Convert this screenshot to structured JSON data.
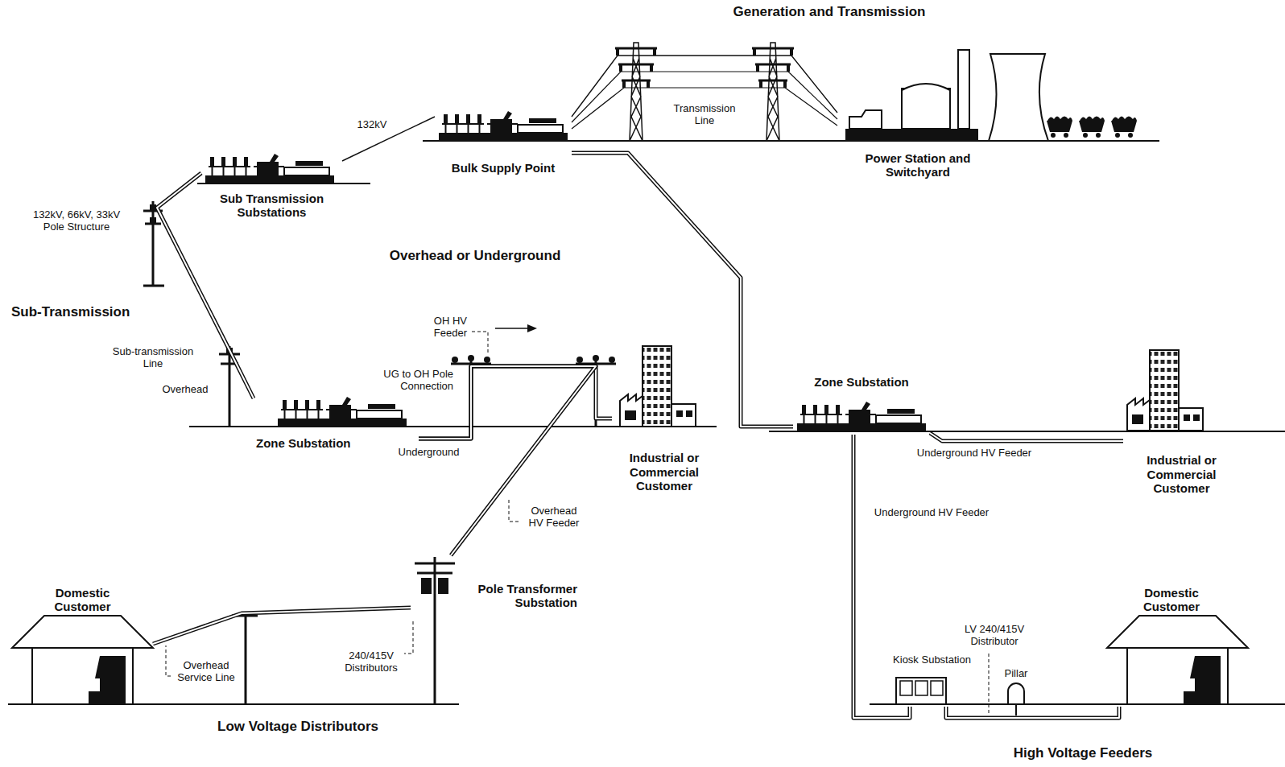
{
  "diagram": {
    "nodes": [
      {
        "text": [
          "Power Station and Switchyard"
        ]
      },
      {
        "text": [
          "Bulk Supply Point"
        ]
      },
      {
        "text": [
          "Sub Transmission Substations"
        ]
      },
      {
        "text": [
          "Zone Substation"
        ]
      },
      {
        "text": [
          "Industrial or Commercial Customer"
        ]
      },
      {
        "text": [
          "Zone Substation"
        ]
      },
      {
        "text": [
          "Industrial or Commercial Customer"
        ]
      },
      {
        "text": [
          "Pole Transformer Substation"
        ]
      },
      {
        "text": [
          "Domestic Customer"
        ]
      },
      {
        "text": [
          "Kiosk Substation"
        ]
      },
      {
        "text": [
          "Domestic Customer"
        ]
      }
    ],
    "edges": [
      {
        "from": 0,
        "to": 1,
        "arrow": "none",
        "label": "Transmission Line"
      },
      {
        "from": 1,
        "to": 2,
        "arrow": "none",
        "label": "132kV"
      },
      {
        "from": 2,
        "to": 3,
        "arrow": "none"
      },
      {
        "from": 1,
        "to": 5,
        "arrow": "none"
      },
      {
        "from": 3,
        "to": 4,
        "arrow": "none"
      },
      {
        "from": 3,
        "to": 7,
        "arrow": "none"
      },
      {
        "from": 7,
        "to": 8,
        "arrow": "none"
      },
      {
        "from": 5,
        "to": 6,
        "arrow": "none",
        "label": "Underground HV Feeder"
      },
      {
        "from": 5,
        "to": 9,
        "arrow": "none",
        "label": "Underground HV Feeder"
      },
      {
        "from": 9,
        "to": 10,
        "arrow": "none"
      }
    ],
    "labels": [
      "Generation and Transmission",
      "Overhead or Underground",
      "Sub-Transmission",
      "132kV, 66kV, 33kV Pole Structure",
      "Sub-transmission Line",
      "Overhead",
      "OH HV Feeder",
      "UG to OH Pole Connection",
      "Underground",
      "Overhead HV Feeder",
      "Overhead Service Line",
      "240/415V Distributors",
      "Low Voltage Distributors",
      "LV 240/415V Distributor",
      "Pillar",
      "High Voltage Feeders"
    ]
  }
}
